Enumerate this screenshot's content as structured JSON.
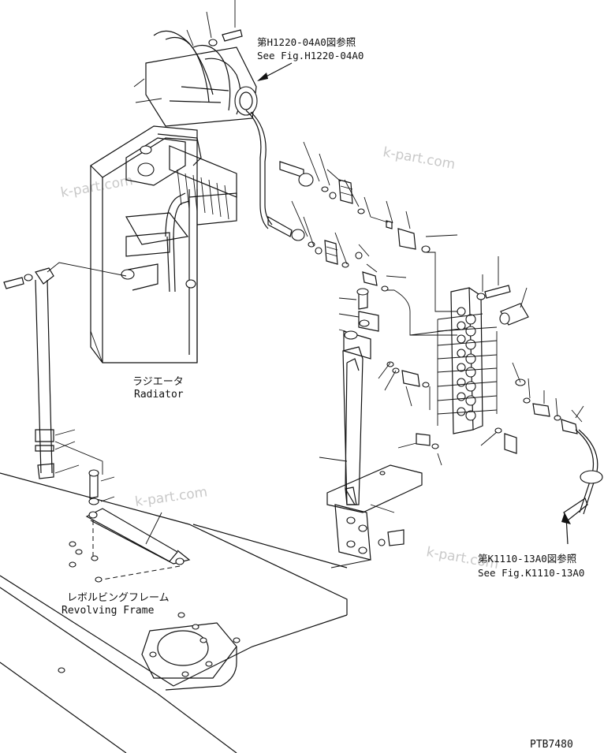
{
  "references": {
    "top": {
      "jp": "第H1220-04A0図参照",
      "en": "See Fig.H1220-04A0"
    },
    "bottom": {
      "jp": "第K1110-13A0図参照",
      "en": "See Fig.K1110-13A0"
    }
  },
  "labels": {
    "radiator_jp": "ラジエータ",
    "radiator_en": "Radiator",
    "frame_jp": "レボルビングフレーム",
    "frame_en": "Revolving Frame"
  },
  "drawing_code": "PTB7480",
  "watermark": "k-part.com"
}
